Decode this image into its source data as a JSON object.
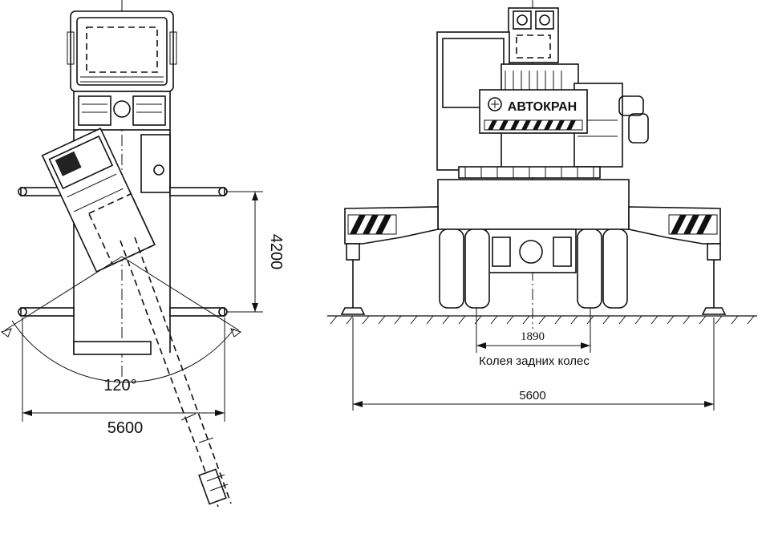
{
  "top_view": {
    "outrigger_base_dim": "4200",
    "swing_angle": "120°",
    "outrigger_span_dim": "5600"
  },
  "side_view": {
    "cab_sign": "АВТОКРАН",
    "rear_track_dim": "1890",
    "rear_track_label": "Колея задних колес",
    "outrigger_span_dim": "5600"
  }
}
